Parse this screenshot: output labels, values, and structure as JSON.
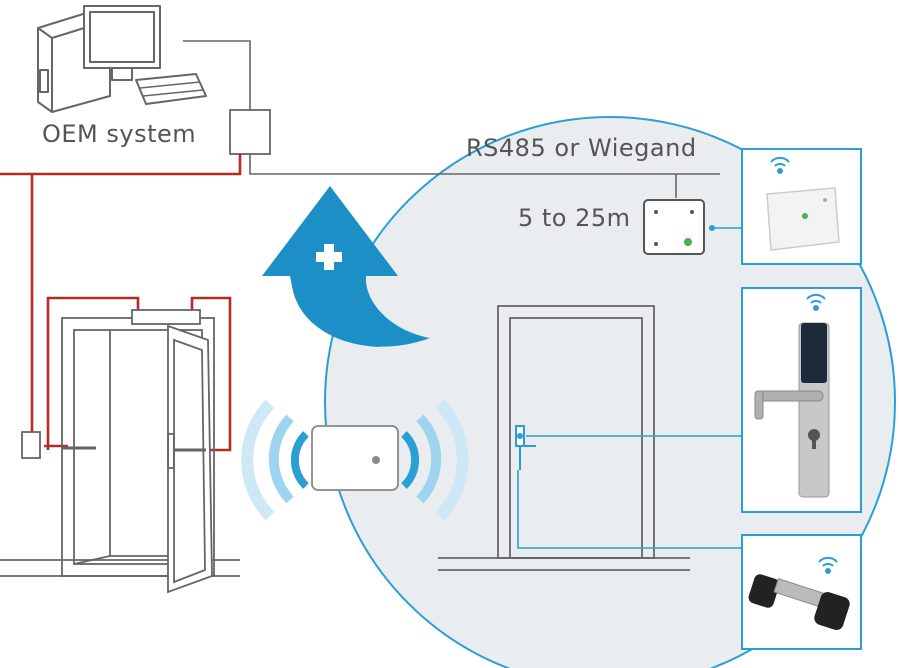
{
  "labels": {
    "oem_system": "OEM system",
    "bus": "RS485 or Wiegand",
    "distance": "5 to 25m",
    "plus_symbol": "+"
  },
  "colors": {
    "wiring_red": "#b52a22",
    "accent_blue": "#2a9fd6",
    "arrow_blue": "#1c8fc6",
    "circle_fill": "#e8ecef",
    "line_gray": "#666666",
    "wave_light_blue": "#9ed4ef"
  },
  "devices": [
    {
      "name": "wall-reader",
      "icon": "wifi-icon"
    },
    {
      "name": "lever-handle-lock",
      "icon": "wifi-icon"
    },
    {
      "name": "cylinder-lock",
      "icon": "wifi-icon"
    }
  ]
}
